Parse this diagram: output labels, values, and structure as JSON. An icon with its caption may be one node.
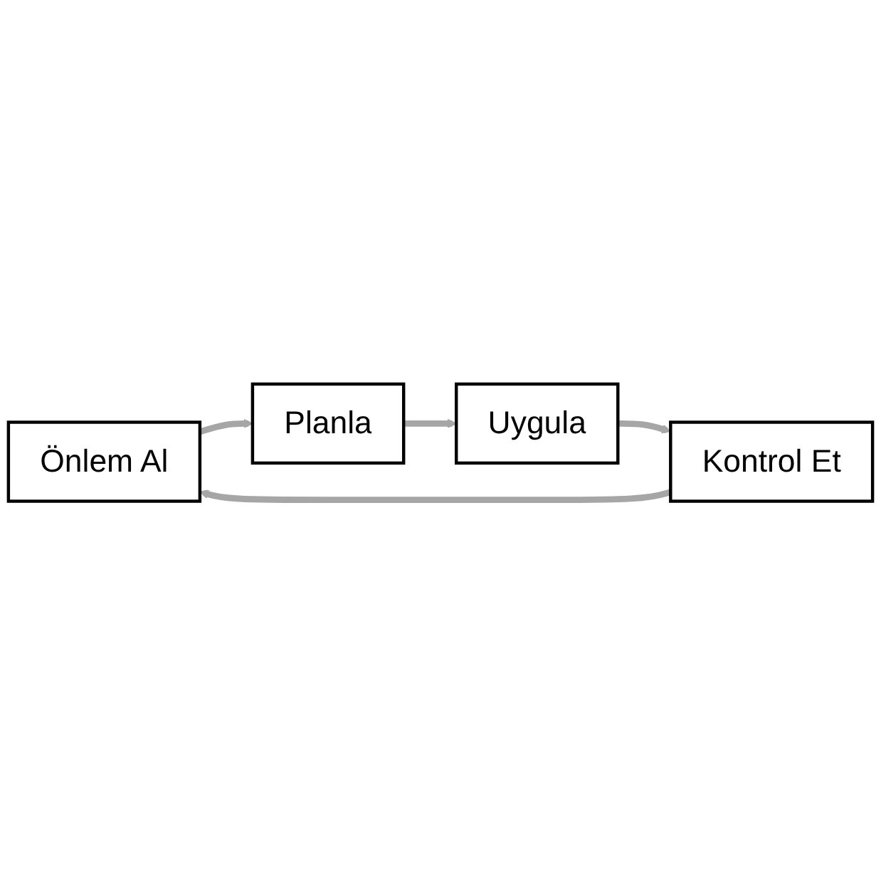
{
  "diagram": {
    "nodes": [
      {
        "text": [
          "Önlem Al"
        ]
      },
      {
        "text": [
          "Planla"
        ]
      },
      {
        "text": [
          "Kontrol Et"
        ]
      },
      {
        "text": [
          "Uygula"
        ]
      }
    ],
    "edges": [
      {
        "from": 0,
        "to": 1,
        "arrow": "to"
      },
      {
        "from": 1,
        "to": 3,
        "arrow": "to"
      },
      {
        "from": 3,
        "to": 2,
        "arrow": "to"
      },
      {
        "from": 2,
        "to": 0,
        "arrow": "to"
      }
    ]
  }
}
